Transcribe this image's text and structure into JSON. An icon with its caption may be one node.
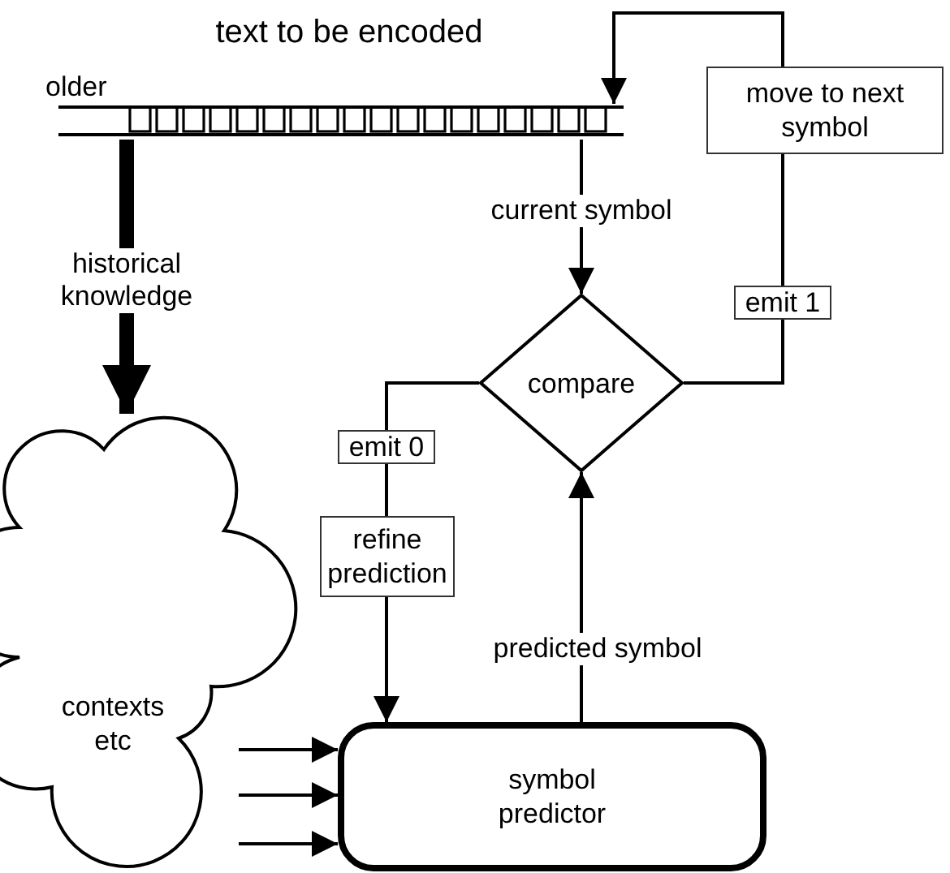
{
  "diagram": {
    "title": "text to be encoded",
    "nodes": [
      {
        "text": [],
        "shape": "bar"
      },
      {
        "text": [
          "move to next symbol"
        ]
      },
      {
        "text": [
          "emit 1"
        ]
      },
      {
        "text": [
          "compare"
        ]
      },
      {
        "text": [
          "emit 0"
        ]
      },
      {
        "text": [
          "refine prediction"
        ]
      },
      {
        "text": [
          "contexts etc"
        ]
      },
      {
        "text": [
          "symbol predictor"
        ]
      }
    ],
    "edges": [
      {
        "from": 0,
        "to": 3,
        "arrow": "to",
        "label": "current symbol"
      },
      {
        "from": 3,
        "to": 2,
        "arrow": "none"
      },
      {
        "from": 2,
        "to": 1,
        "arrow": "none"
      },
      {
        "from": 1,
        "to": 0,
        "arrow": "to"
      },
      {
        "from": 3,
        "to": 4,
        "arrow": "none"
      },
      {
        "from": 4,
        "to": 5,
        "arrow": "none"
      },
      {
        "from": 5,
        "to": 7,
        "arrow": "to"
      },
      {
        "from": 7,
        "to": 3,
        "arrow": "to",
        "label": "predicted symbol"
      },
      {
        "from": 0,
        "to": 6,
        "arrow": "to",
        "label": "historical knowledge",
        "style": "thick"
      },
      {
        "from": 6,
        "to": 7,
        "arrow": "to"
      },
      {
        "from": 6,
        "to": 7,
        "arrow": "to"
      },
      {
        "from": 6,
        "to": 7,
        "arrow": "to"
      }
    ],
    "labels": [
      "older"
    ]
  }
}
